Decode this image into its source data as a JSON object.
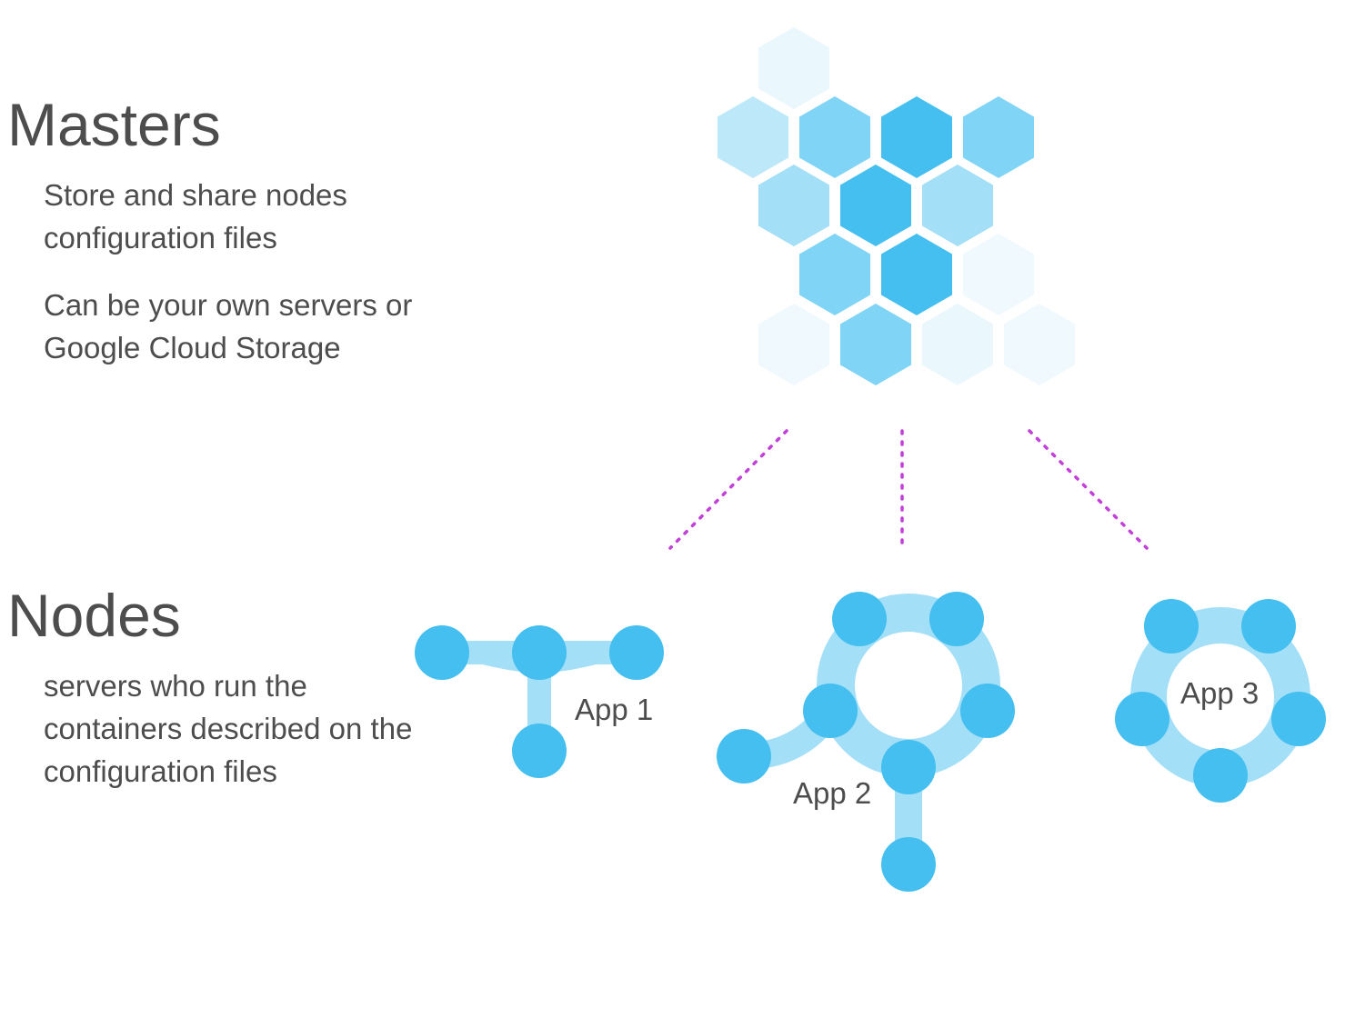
{
  "masters": {
    "title": "Masters",
    "line1": "Store and share nodes configuration files",
    "line2": "Can be your own servers or Google Cloud Storage"
  },
  "nodes": {
    "title": "Nodes",
    "line1": "servers who run the containers described on the configuration files"
  },
  "apps": [
    {
      "label": "App 1"
    },
    {
      "label": "App 2"
    },
    {
      "label": "App 3"
    }
  ],
  "colors": {
    "node_circle": "#44BFF0",
    "node_link": "#A3DFF7",
    "connector": "#C23FDA",
    "hex_dark": "#44BFF0",
    "hex_mid": "#80D4F5",
    "hex_light": "#A3DFF7",
    "hex_lighter": "#BCE8FA",
    "hex_faint": "#EAF7FD",
    "hex_faintest": "#F0F9FD"
  }
}
